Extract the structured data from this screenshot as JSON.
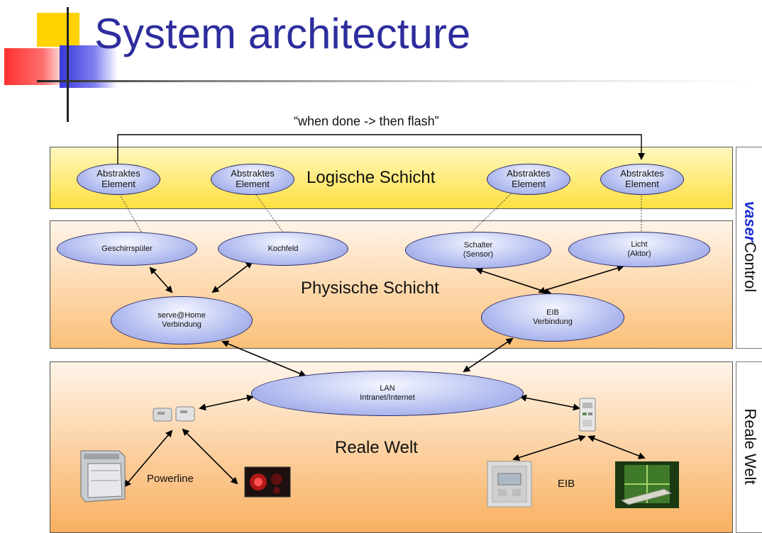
{
  "title": "System architecture",
  "caption": "“when done -> then flash”",
  "layers": {
    "logic": "Logische Schicht",
    "physical": "Physische Schicht",
    "real": "Reale Welt"
  },
  "side": {
    "brand": "vaser",
    "control": "Control",
    "real": "Reale Welt"
  },
  "abstract_elements": [
    {
      "line1": "Abstraktes",
      "line2": "Element"
    },
    {
      "line1": "Abstraktes",
      "line2": "Element"
    },
    {
      "line1": "Abstraktes",
      "line2": "Element"
    },
    {
      "line1": "Abstraktes",
      "line2": "Element"
    }
  ],
  "physical_nodes": {
    "dishwasher": "Geschirrspüler",
    "cooktop": "Kochfeld",
    "switch_line1": "Schalter",
    "switch_line2": "(Sensor)",
    "light_line1": "Licht",
    "light_line2": "(Aktor)",
    "serve_line1": "serve@Home",
    "serve_line2": "Verbindung",
    "eib_line1": "EIB",
    "eib_line2": "Verbindung"
  },
  "lan": {
    "line1": "LAN",
    "line2": "Intranet/Internet"
  },
  "labels": {
    "powerline": "Powerline",
    "eib": "EIB"
  },
  "colors": {
    "title": "#2d2d9e",
    "logic_layer": "#fde040",
    "physical_layer": "#fbc078",
    "ellipse": "#b4bef0",
    "brand": "#1a2ed0"
  }
}
